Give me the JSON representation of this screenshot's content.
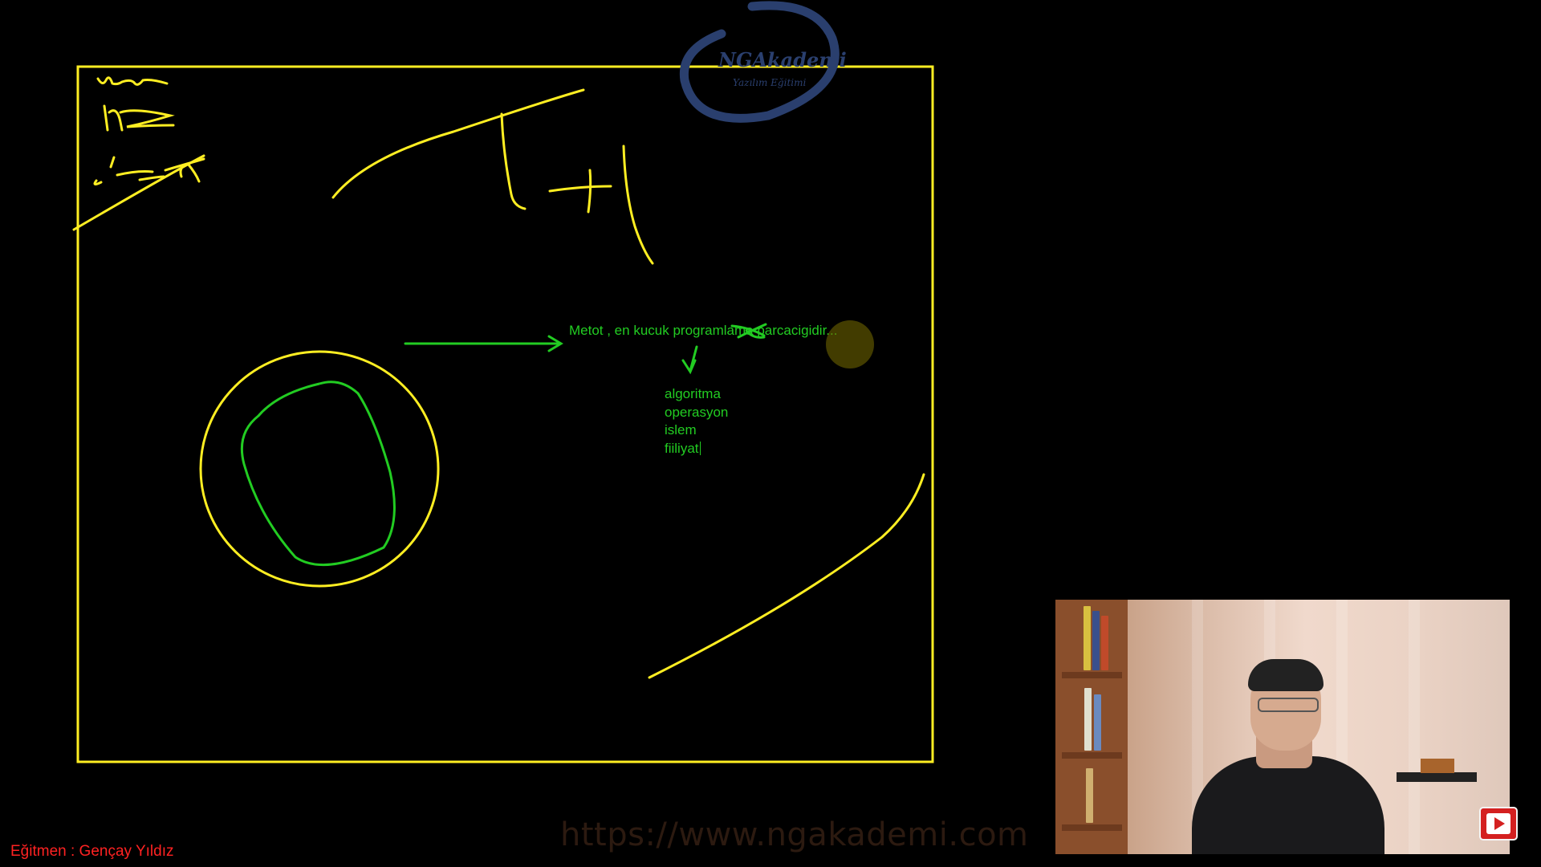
{
  "whiteboard": {
    "main_note": "Metot , en kucuk programlama parcacigidir...",
    "list_items": [
      "algoritma",
      "operasyon",
      "islem",
      "fiiliyat"
    ]
  },
  "branding": {
    "logo_title": "NGAkademi",
    "logo_subtitle": "Yazılım Eğitimi",
    "watermark_url": "https://www.ngakademi.com",
    "instructor_caption": "Eğitmen : Gençay Yıldız"
  },
  "colors": {
    "background": "#000000",
    "pen_yellow": "#ffee22",
    "pen_green": "#22cc22",
    "caption_red": "#ff2222",
    "logo_blue": "#2a3f6e"
  },
  "icons": {
    "play": "play-button-icon",
    "arrow_right": "arrow-right-icon",
    "arrow_down": "arrow-down-icon"
  }
}
